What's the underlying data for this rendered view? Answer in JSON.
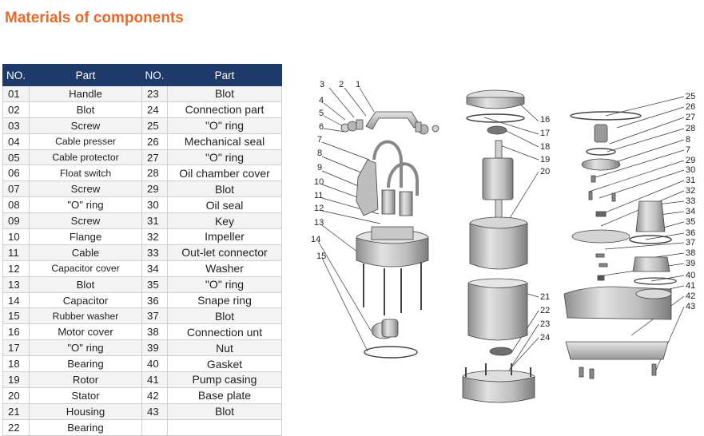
{
  "title": "Materials of components",
  "table": {
    "headers": [
      "NO.",
      "Part",
      "NO.",
      "Part"
    ],
    "rows": [
      [
        "01",
        "Handle",
        "23",
        "Blot"
      ],
      [
        "02",
        "Blot",
        "24",
        "Connection part"
      ],
      [
        "03",
        "Screw",
        "25",
        "\"O\" ring"
      ],
      [
        "04",
        "Cable presser",
        "26",
        "Mechanical seal"
      ],
      [
        "05",
        "Cable protector",
        "27",
        "\"O\" ring"
      ],
      [
        "06",
        "Float switch",
        "28",
        "Oil chamber cover"
      ],
      [
        "07",
        "Screw",
        "29",
        "Blot"
      ],
      [
        "08",
        "\"O\" ring",
        "30",
        "Oil seal"
      ],
      [
        "09",
        "Screw",
        "31",
        "Key"
      ],
      [
        "10",
        "Flange",
        "32",
        "Impeller"
      ],
      [
        "11",
        "Cable",
        "33",
        "Out-let connector"
      ],
      [
        "12",
        "Capacitor cover",
        "34",
        "Washer"
      ],
      [
        "13",
        "Blot",
        "35",
        "\"O\" ring"
      ],
      [
        "14",
        "Capacitor",
        "36",
        "Snape ring"
      ],
      [
        "15",
        "Rubber washer",
        "37",
        "Blot"
      ],
      [
        "16",
        "Motor cover",
        "38",
        "Connection unt"
      ],
      [
        "17",
        "\"O\" ring",
        "39",
        "Nut"
      ],
      [
        "18",
        "Bearing",
        "40",
        "Gasket"
      ],
      [
        "19",
        "Rotor",
        "41",
        "Pump casing"
      ],
      [
        "20",
        "Stator",
        "42",
        "Base plate"
      ],
      [
        "21",
        "Housing",
        "43",
        "Blot"
      ],
      [
        "22",
        "Bearing",
        "",
        ""
      ]
    ]
  },
  "diagram": {
    "callouts_left": [
      "3",
      "2",
      "1",
      "4",
      "5",
      "6",
      "7",
      "8",
      "9",
      "10",
      "11",
      "12",
      "13",
      "14",
      "15"
    ],
    "callouts_middle": [
      "16",
      "17",
      "18",
      "19",
      "20",
      "21",
      "22",
      "23",
      "24"
    ],
    "callouts_right": [
      "25",
      "26",
      "27",
      "28",
      "8",
      "7",
      "29",
      "30",
      "31",
      "32",
      "33",
      "34",
      "35",
      "36",
      "37",
      "38",
      "39",
      "40",
      "41",
      "42",
      "43"
    ]
  }
}
